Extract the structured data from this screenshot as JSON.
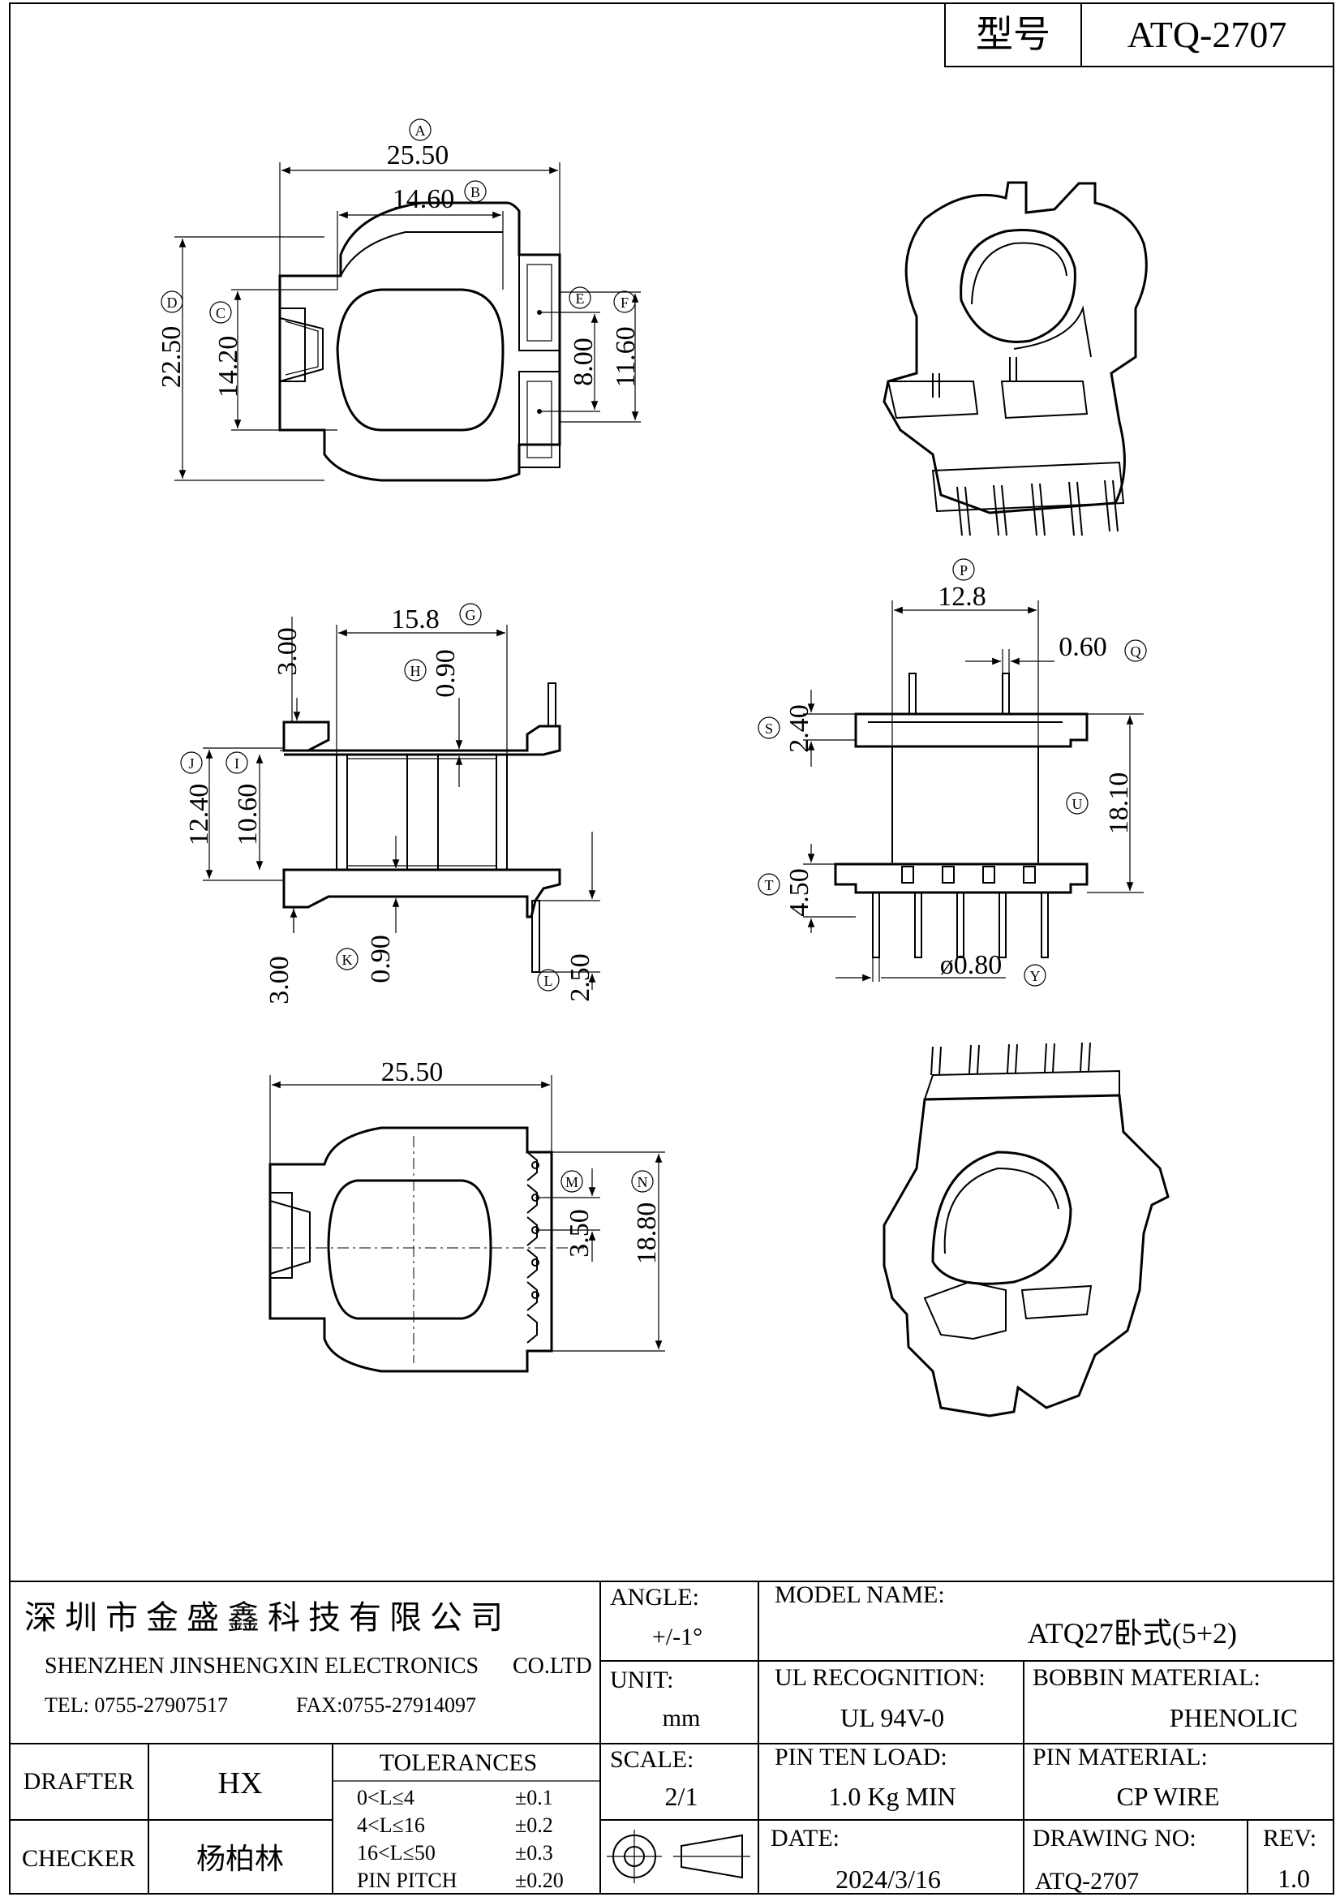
{
  "title_box": {
    "label": "型号",
    "model": "ATQ-2707"
  },
  "views": {
    "top": {
      "A": "A",
      "B": "B",
      "C": "C",
      "D": "D",
      "E": "E",
      "F": "F",
      "A_val": "25.50",
      "B_val": "14.60",
      "C_val": "14.20",
      "D_val": "22.50",
      "E_val": "8.00",
      "F_val": "11.60"
    },
    "side": {
      "G": "G",
      "H": "H",
      "I": "I",
      "J": "J",
      "K": "K",
      "L": "L",
      "top_gap": "3.00",
      "G_val": "15.8",
      "H_val": "0.90",
      "J_val": "12.40",
      "I_val": "10.60",
      "K_val": "0.90",
      "bottom_gap": "3.00",
      "L_val": "2.50"
    },
    "front": {
      "P": "P",
      "Q": "Q",
      "S": "S",
      "U": "U",
      "T": "T",
      "Y": "Y",
      "P_val": "12.8",
      "Q_val": "0.60",
      "S_val": "2.40",
      "U_val": "18.10",
      "T_val": "4.50",
      "Y_val": "ø0.80"
    },
    "bottom": {
      "M": "M",
      "N": "N",
      "width_val": "25.50",
      "M_val": "3.50",
      "N_val": "18.80"
    }
  },
  "title_block": {
    "company_cn": "深圳市金盛鑫科技有限公司",
    "company_en": "SHENZHEN JINSHENGXIN ELECTRONICS",
    "company_suffix": "CO.LTD",
    "tel": "TEL: 0755-27907517",
    "fax": "FAX:0755-27914097",
    "angle_label": "ANGLE:",
    "angle_value": "+/-1°",
    "unit_label": "UNIT:",
    "unit_value": "mm",
    "scale_label": "SCALE:",
    "scale_value": "2/1",
    "model_name_label": "MODEL NAME:",
    "model_name_value": "ATQ27卧式(5+2)",
    "ul_label": "UL RECOGNITION:",
    "ul_value": "UL 94V-0",
    "bobbin_label": "BOBBIN MATERIAL:",
    "bobbin_value": "PHENOLIC",
    "pin_load_label": "PIN TEN LOAD:",
    "pin_load_value": "1.0 Kg MIN",
    "pin_material_label": "PIN MATERIAL:",
    "pin_material_value": "CP WIRE",
    "drafter_label": "DRAFTER",
    "drafter_value": "HX",
    "checker_label": "CHECKER",
    "checker_value": "杨柏林",
    "tolerances_label": "TOLERANCES",
    "tolerances": [
      {
        "range": "0<L≤4",
        "value": "±0.1"
      },
      {
        "range": "4<L≤16",
        "value": "±0.2"
      },
      {
        "range": "16<L≤50",
        "value": "±0.3"
      },
      {
        "range": "PIN PITCH",
        "value": "±0.20"
      }
    ],
    "date_label": "DATE:",
    "date_value": "2024/3/16",
    "drawing_no_label": "DRAWING NO:",
    "drawing_no_value": "ATQ-2707",
    "rev_label": "REV:",
    "rev_value": "1.0"
  }
}
